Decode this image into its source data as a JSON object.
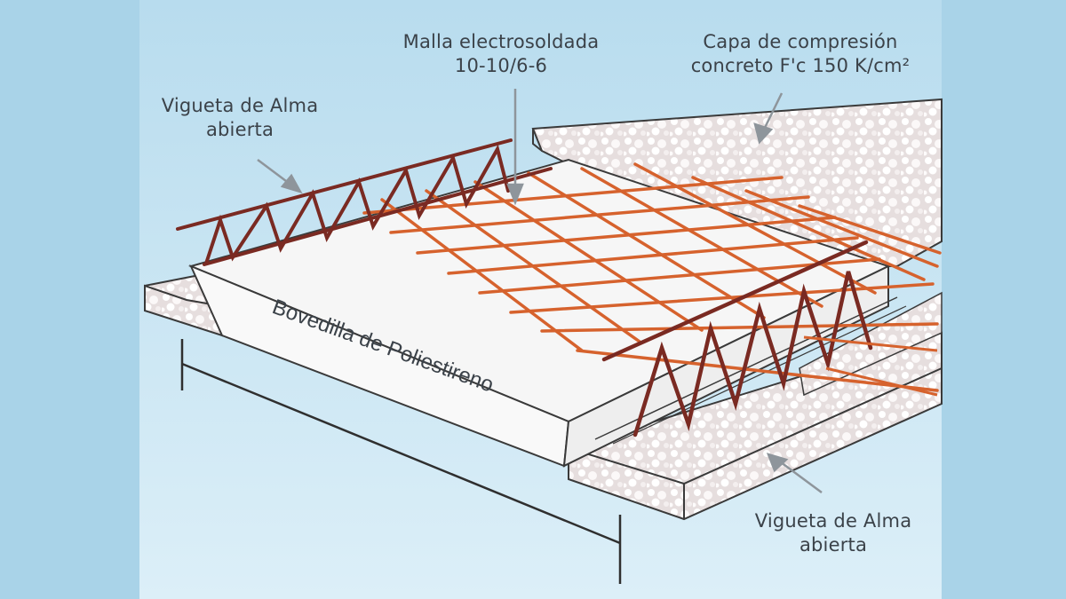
{
  "labels": {
    "malla": {
      "line1": "Malla electrosoldada",
      "line2": "10-10/6-6"
    },
    "capa": {
      "line1": "Capa de compresión",
      "line2": "concreto F'c 150 K/cm²"
    },
    "vigueta_top": {
      "line1": "Vigueta de Alma",
      "line2": "abierta"
    },
    "bovedilla": "Bovedilla de Poliestireno",
    "vigueta_bottom": {
      "line1": "Vigueta de Alma",
      "line2": "abierta"
    }
  },
  "colors": {
    "side_bands": "#a9d3e8",
    "panel_bg": "#d7ecf6",
    "rebar": "#d6622d",
    "truss": "#7a2a22",
    "concrete": "#e3dada",
    "foam": "#f8f8f8",
    "outline": "#3a3a3a",
    "label_text": "#3b4249"
  },
  "icons": {
    "truss": "open-web-joist",
    "mesh": "welded-wire-mesh",
    "slab": "compression-layer"
  }
}
